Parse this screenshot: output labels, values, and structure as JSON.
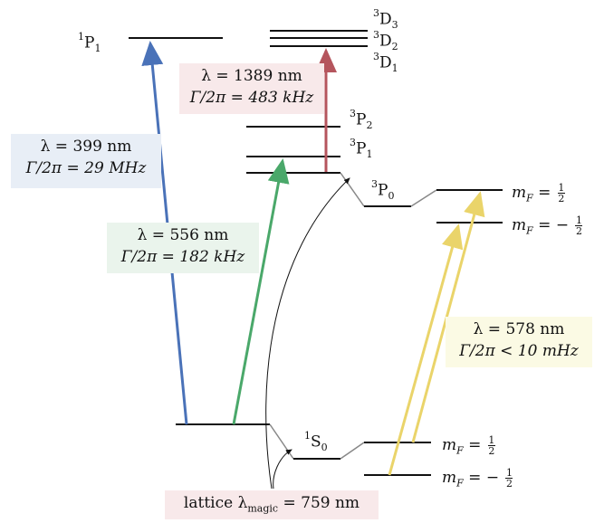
{
  "levels": {
    "p1_singlet": {
      "term": "P",
      "mult": "1",
      "sub": "1"
    },
    "d3": {
      "term": "D",
      "mult": "3",
      "sub": "3"
    },
    "d2": {
      "term": "D",
      "mult": "3",
      "sub": "2"
    },
    "d1": {
      "term": "D",
      "mult": "3",
      "sub": "1"
    },
    "p2": {
      "term": "P",
      "mult": "3",
      "sub": "2"
    },
    "p1_triplet": {
      "term": "P",
      "mult": "3",
      "sub": "1"
    },
    "p0": {
      "term": "P",
      "mult": "3",
      "sub": "0"
    },
    "s0": {
      "term": "S",
      "mult": "1",
      "sub": "0"
    }
  },
  "mf": {
    "label_main": "m",
    "label_sub": "F",
    "eq": "=",
    "minus": "−",
    "num": "1",
    "den": "2"
  },
  "transitions": {
    "blue": {
      "lambda": "λ = 399 nm",
      "gamma": "Γ/2π = 29 MHz",
      "color": "#4a72b8",
      "box": "#e8eef6"
    },
    "green": {
      "lambda": "λ = 556 nm",
      "gamma": "Γ/2π = 182 kHz",
      "color": "#4aa86a",
      "box": "#eaf4ec"
    },
    "red": {
      "lambda": "λ = 1389 nm",
      "gamma": "Γ/2π = 483 kHz",
      "color": "#b5555d",
      "box": "#f8e9ea"
    },
    "yellow": {
      "lambda": "λ = 578 nm",
      "gamma": "Γ/2π < 10 mHz",
      "color": "#ead46a",
      "box": "#fbfae4"
    }
  },
  "lattice": {
    "prefix": "lattice λ",
    "sub": "magic",
    "suffix": " = 759 nm",
    "box": "#f8e9ea"
  }
}
